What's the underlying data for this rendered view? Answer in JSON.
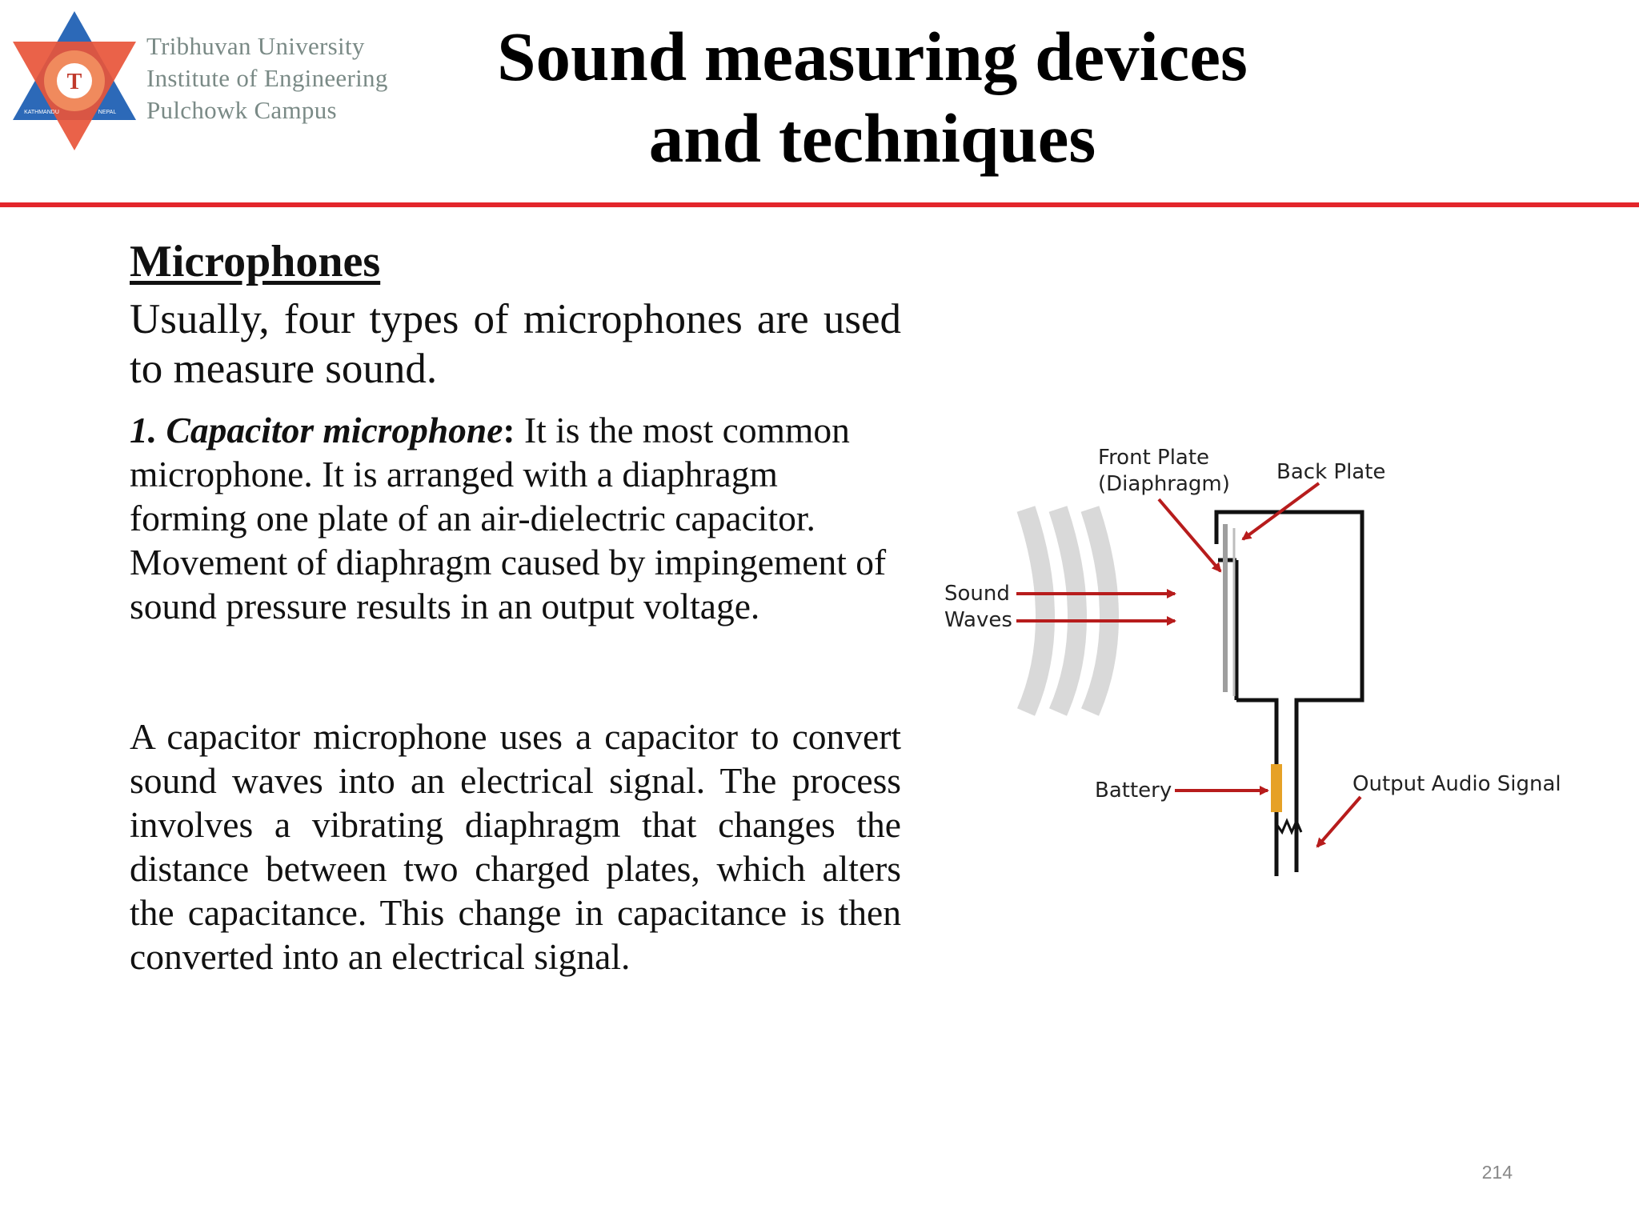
{
  "header": {
    "institution_lines": [
      "Tribhuvan University",
      "Institute of Engineering",
      "Pulchowk Campus"
    ],
    "logo_text": [
      "KATHMANDU",
      "NEPAL"
    ],
    "title_lines": [
      "Sound measuring devices",
      "and techniques"
    ]
  },
  "content": {
    "section_heading": "Microphones",
    "intro": "Usually, four types of microphones are used to measure sound.",
    "item1_lead": "1. Capacitor microphone",
    "item1_colon": ":",
    "item1_text": " It is the most common microphone. It is arranged with a diaphragm forming one plate of an air-dielectric capacitor. Movement of diaphragm caused by impingement of sound pressure results in an output voltage.",
    "paragraph2": "A capacitor microphone uses a capacitor to convert sound waves into an electrical signal. The process involves a vibrating diaphragm that changes the distance between two charged plates, which alters the capacitance. This change in capacitance is then converted into an electrical signal."
  },
  "diagram": {
    "front_plate_line1": "Front Plate",
    "front_plate_line2": "(Diaphragm)",
    "back_plate": "Back Plate",
    "sound_line1": "Sound",
    "sound_line2": "Waves",
    "battery": "Battery",
    "output": "Output Audio Signal",
    "colors": {
      "arrow": "#b71c1c",
      "battery": "#e6a126",
      "waves": "#d9d9d9"
    }
  },
  "footer": {
    "page_number": "214"
  },
  "colors": {
    "rule": "#e3262b",
    "logo_red": "#e8553a",
    "logo_blue": "#2c69b8"
  }
}
